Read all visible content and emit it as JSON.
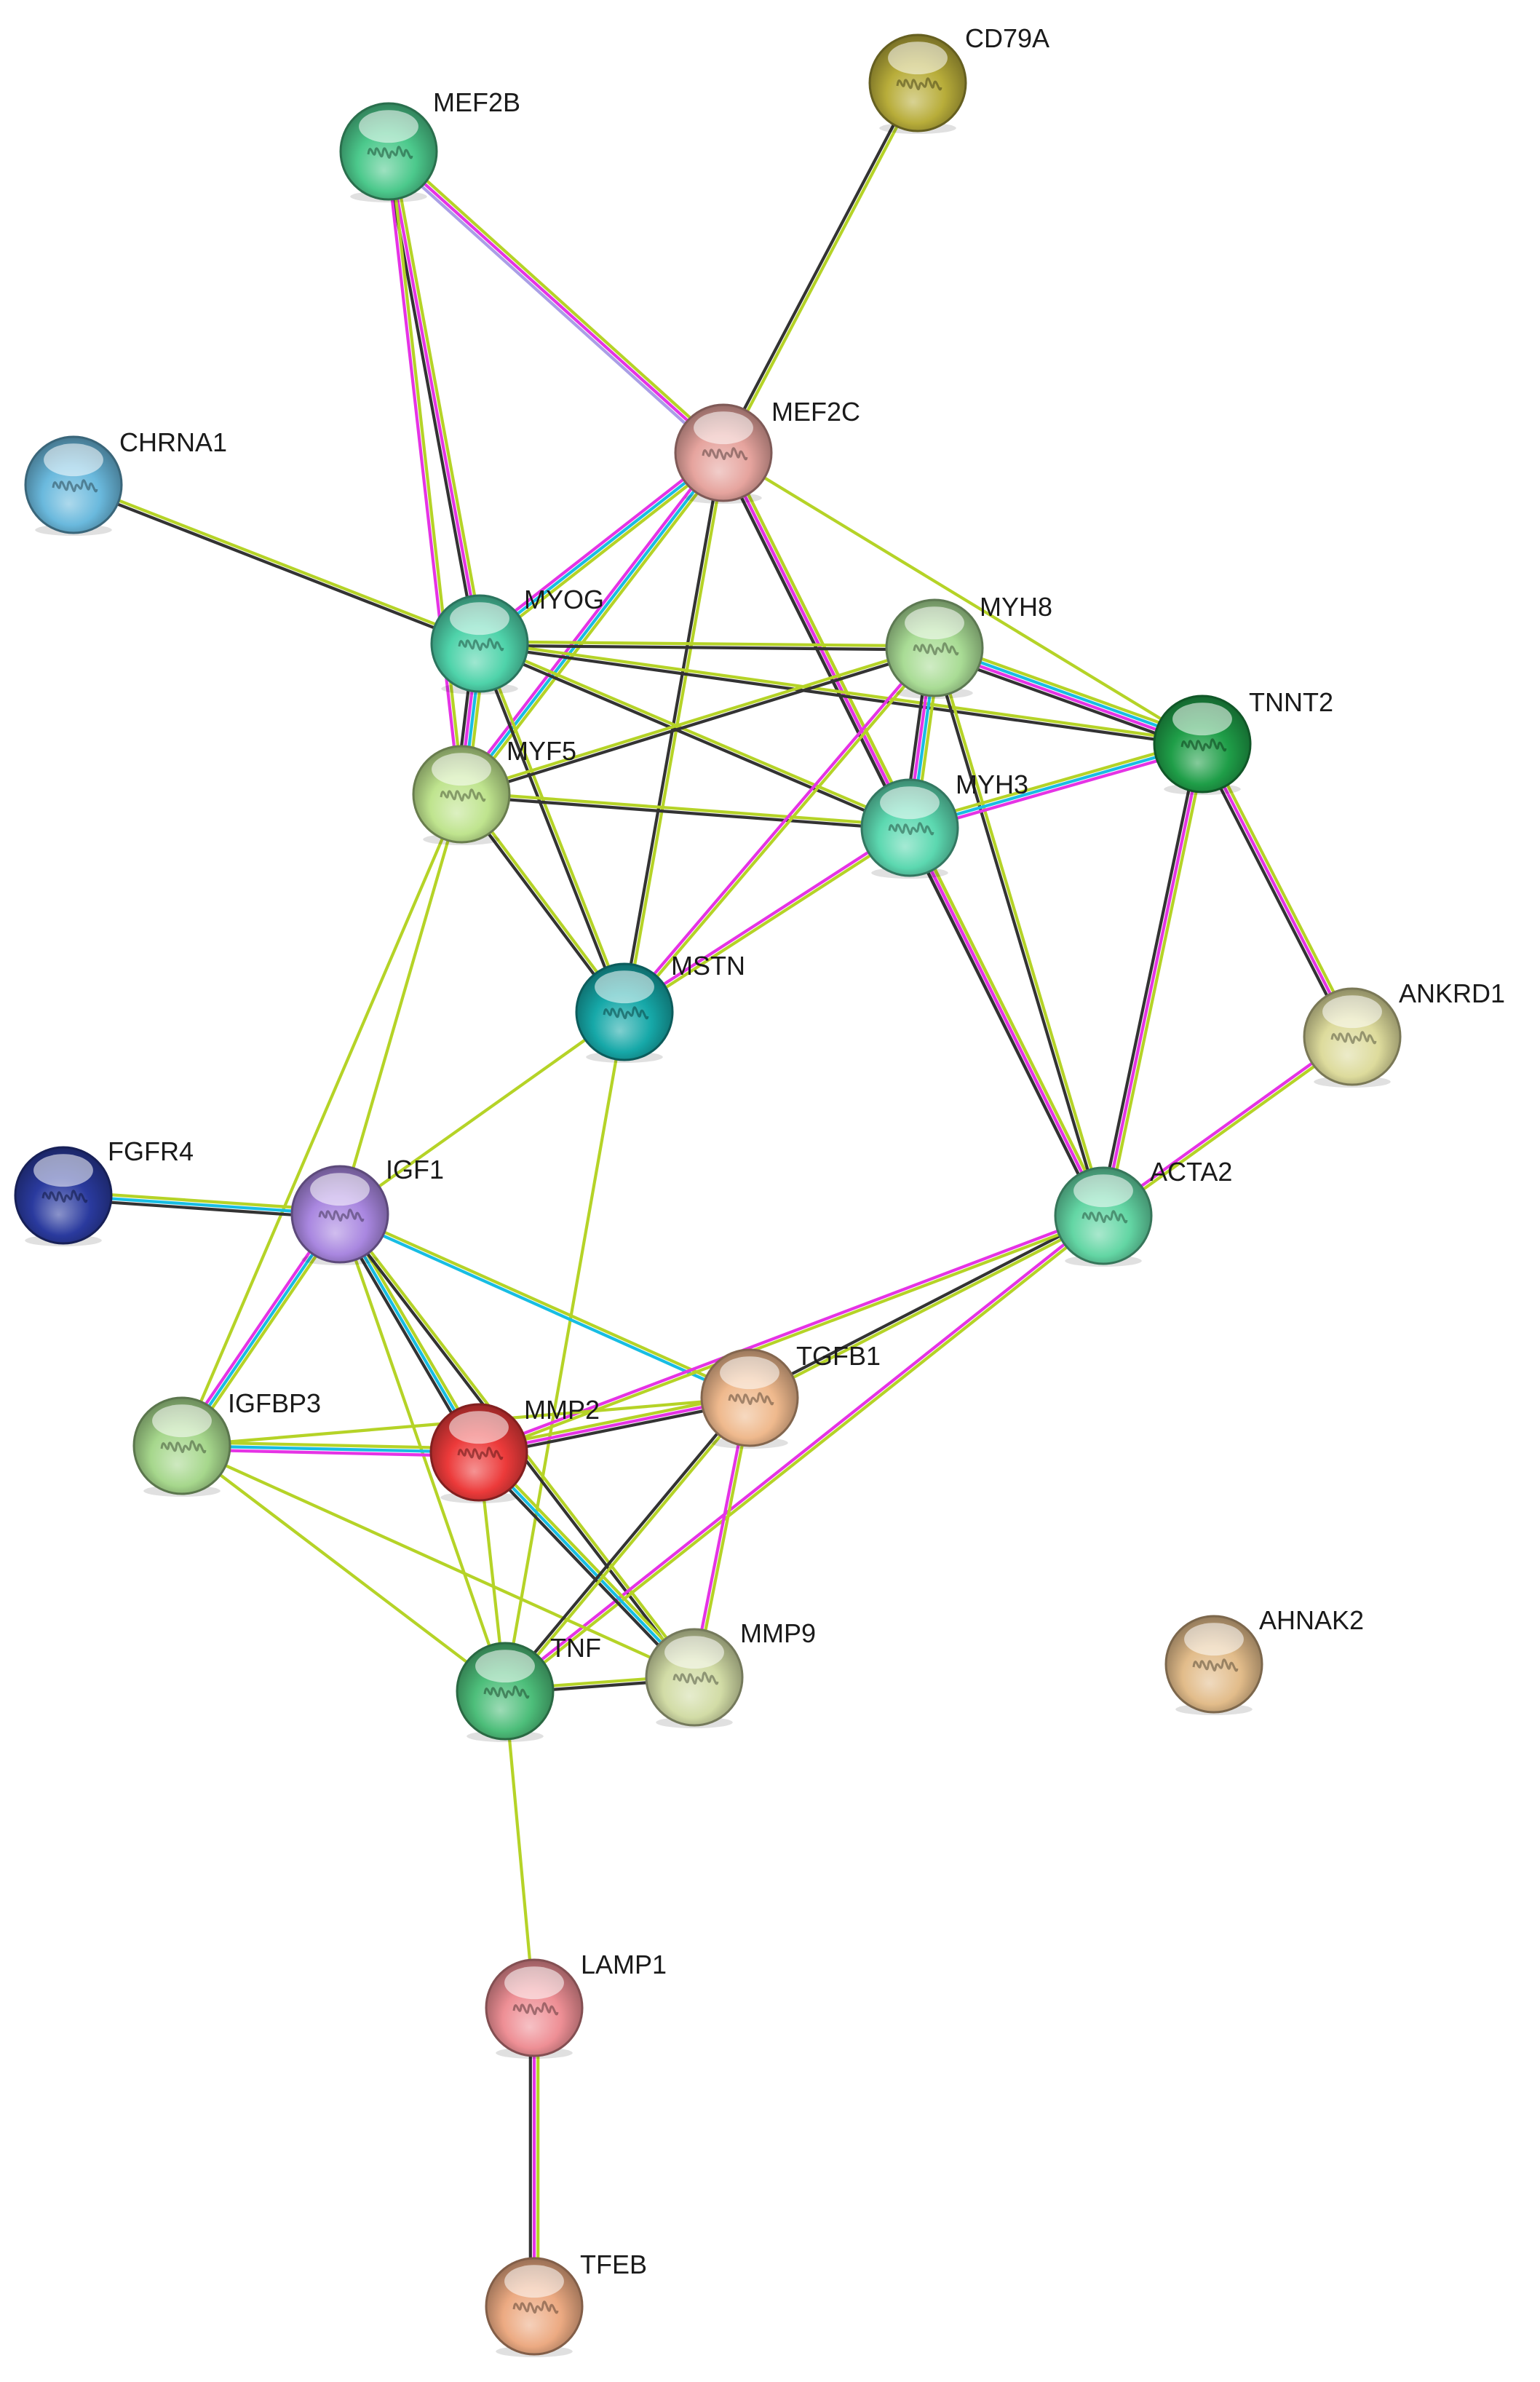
{
  "edge_colors": {
    "textmining": "#b5d327",
    "coexpression": "#333333",
    "experimental": "#e533e5",
    "database": "#18bde3",
    "homology": "#a99ee6"
  },
  "nodes": [
    {
      "id": "MEF2B",
      "label": "MEF2B",
      "color": "#4cc98c"
    },
    {
      "id": "CD79A",
      "label": "CD79A",
      "color": "#b8ad3a"
    },
    {
      "id": "MEF2C",
      "label": "MEF2C",
      "color": "#e6a49e"
    },
    {
      "id": "CHRNA1",
      "label": "CHRNA1",
      "color": "#6ab9dd"
    },
    {
      "id": "MYOG",
      "label": "MYOG",
      "color": "#4fd3aa"
    },
    {
      "id": "MYH8",
      "label": "MYH8",
      "color": "#a9dc95"
    },
    {
      "id": "TNNT2",
      "label": "TNNT2",
      "color": "#1f9e48"
    },
    {
      "id": "MYF5",
      "label": "MYF5",
      "color": "#bfe48e"
    },
    {
      "id": "MYH3",
      "label": "MYH3",
      "color": "#5cd8b0"
    },
    {
      "id": "MSTN",
      "label": "MSTN",
      "color": "#16a8a8"
    },
    {
      "id": "ANKRD1",
      "label": "ANKRD1",
      "color": "#dddb9c"
    },
    {
      "id": "FGFR4",
      "label": "FGFR4",
      "color": "#2a3a9e"
    },
    {
      "id": "IGF1",
      "label": "IGF1",
      "color": "#a987e0"
    },
    {
      "id": "ACTA2",
      "label": "ACTA2",
      "color": "#63d6a4"
    },
    {
      "id": "TGFB1",
      "label": "TGFB1",
      "color": "#efb98d"
    },
    {
      "id": "IGFBP3",
      "label": "IGFBP3",
      "color": "#a6d78c"
    },
    {
      "id": "MMP2",
      "label": "MMP2",
      "color": "#ec3a3a"
    },
    {
      "id": "MMP9",
      "label": "MMP9",
      "color": "#d2dca6"
    },
    {
      "id": "TNF",
      "label": "TNF",
      "color": "#4dbe7a"
    },
    {
      "id": "AHNAK2",
      "label": "AHNAK2",
      "color": "#e2bc8a"
    },
    {
      "id": "LAMP1",
      "label": "LAMP1",
      "color": "#ee8f95"
    },
    {
      "id": "TFEB",
      "label": "TFEB",
      "color": "#ecaa82"
    }
  ],
  "edges": [
    {
      "a": "MEF2B",
      "b": "MEF2C",
      "types": [
        "textmining",
        "experimental",
        "homology"
      ]
    },
    {
      "a": "MEF2B",
      "b": "MYOG",
      "types": [
        "textmining",
        "experimental",
        "coexpression"
      ]
    },
    {
      "a": "MEF2B",
      "b": "MYF5",
      "types": [
        "textmining",
        "experimental"
      ]
    },
    {
      "a": "CD79A",
      "b": "MEF2C",
      "types": [
        "textmining",
        "coexpression"
      ]
    },
    {
      "a": "CHRNA1",
      "b": "MYOG",
      "types": [
        "textmining",
        "coexpression"
      ]
    },
    {
      "a": "MEF2C",
      "b": "MYOG",
      "types": [
        "textmining",
        "database",
        "experimental"
      ]
    },
    {
      "a": "MEF2C",
      "b": "MYF5",
      "types": [
        "textmining",
        "database",
        "experimental"
      ]
    },
    {
      "a": "MEF2C",
      "b": "MYH3",
      "types": [
        "textmining",
        "experimental",
        "coexpression"
      ]
    },
    {
      "a": "MEF2C",
      "b": "ACTA2",
      "types": [
        "textmining",
        "experimental",
        "coexpression"
      ]
    },
    {
      "a": "MEF2C",
      "b": "TNNT2",
      "types": [
        "textmining"
      ]
    },
    {
      "a": "MEF2C",
      "b": "MSTN",
      "types": [
        "textmining",
        "coexpression"
      ]
    },
    {
      "a": "MYOG",
      "b": "MYF5",
      "types": [
        "textmining",
        "database",
        "experimental",
        "coexpression"
      ]
    },
    {
      "a": "MYOG",
      "b": "MYH8",
      "types": [
        "textmining",
        "coexpression"
      ]
    },
    {
      "a": "MYOG",
      "b": "TNNT2",
      "types": [
        "textmining",
        "coexpression"
      ]
    },
    {
      "a": "MYOG",
      "b": "MYH3",
      "types": [
        "textmining",
        "coexpression"
      ]
    },
    {
      "a": "MYOG",
      "b": "MSTN",
      "types": [
        "textmining",
        "coexpression"
      ]
    },
    {
      "a": "MYF5",
      "b": "MYH8",
      "types": [
        "textmining",
        "coexpression"
      ]
    },
    {
      "a": "MYF5",
      "b": "MYH3",
      "types": [
        "textmining",
        "coexpression"
      ]
    },
    {
      "a": "MYF5",
      "b": "MSTN",
      "types": [
        "textmining",
        "coexpression"
      ]
    },
    {
      "a": "MYF5",
      "b": "IGF1",
      "types": [
        "textmining"
      ]
    },
    {
      "a": "MYF5",
      "b": "IGFBP3",
      "types": [
        "textmining"
      ]
    },
    {
      "a": "MYH8",
      "b": "TNNT2",
      "types": [
        "textmining",
        "database",
        "experimental",
        "coexpression"
      ]
    },
    {
      "a": "MYH8",
      "b": "MYH3",
      "types": [
        "textmining",
        "database",
        "experimental",
        "coexpression"
      ]
    },
    {
      "a": "MYH8",
      "b": "ACTA2",
      "types": [
        "textmining",
        "coexpression"
      ]
    },
    {
      "a": "MYH8",
      "b": "MSTN",
      "types": [
        "textmining",
        "experimental"
      ]
    },
    {
      "a": "MYH3",
      "b": "TNNT2",
      "types": [
        "textmining",
        "database",
        "experimental"
      ]
    },
    {
      "a": "MYH3",
      "b": "ACTA2",
      "types": [
        "textmining",
        "experimental",
        "coexpression"
      ]
    },
    {
      "a": "MYH3",
      "b": "MSTN",
      "types": [
        "textmining",
        "experimental"
      ]
    },
    {
      "a": "TNNT2",
      "b": "ACTA2",
      "types": [
        "textmining",
        "experimental",
        "coexpression"
      ]
    },
    {
      "a": "TNNT2",
      "b": "ANKRD1",
      "types": [
        "textmining",
        "experimental",
        "coexpression"
      ]
    },
    {
      "a": "ANKRD1",
      "b": "ACTA2",
      "types": [
        "textmining",
        "experimental"
      ]
    },
    {
      "a": "MSTN",
      "b": "IGF1",
      "types": [
        "textmining"
      ]
    },
    {
      "a": "MSTN",
      "b": "TNF",
      "types": [
        "textmining"
      ]
    },
    {
      "a": "FGFR4",
      "b": "IGF1",
      "types": [
        "textmining",
        "database",
        "coexpression"
      ]
    },
    {
      "a": "IGF1",
      "b": "IGFBP3",
      "types": [
        "textmining",
        "database",
        "experimental"
      ]
    },
    {
      "a": "IGF1",
      "b": "MMP2",
      "types": [
        "textmining",
        "database",
        "coexpression"
      ]
    },
    {
      "a": "IGF1",
      "b": "TGFB1",
      "types": [
        "textmining",
        "database"
      ]
    },
    {
      "a": "IGF1",
      "b": "MMP9",
      "types": [
        "textmining",
        "coexpression"
      ]
    },
    {
      "a": "IGF1",
      "b": "TNF",
      "types": [
        "textmining"
      ]
    },
    {
      "a": "ACTA2",
      "b": "TGFB1",
      "types": [
        "textmining",
        "coexpression"
      ]
    },
    {
      "a": "ACTA2",
      "b": "MMP2",
      "types": [
        "textmining",
        "experimental"
      ]
    },
    {
      "a": "ACTA2",
      "b": "TNF",
      "types": [
        "textmining",
        "experimental"
      ]
    },
    {
      "a": "IGFBP3",
      "b": "MMP2",
      "types": [
        "textmining",
        "database",
        "experimental"
      ]
    },
    {
      "a": "IGFBP3",
      "b": "TNF",
      "types": [
        "textmining"
      ]
    },
    {
      "a": "IGFBP3",
      "b": "MMP9",
      "types": [
        "textmining"
      ]
    },
    {
      "a": "IGFBP3",
      "b": "TGFB1",
      "types": [
        "textmining"
      ]
    },
    {
      "a": "MMP2",
      "b": "TGFB1",
      "types": [
        "textmining",
        "experimental",
        "coexpression"
      ]
    },
    {
      "a": "MMP2",
      "b": "MMP9",
      "types": [
        "textmining",
        "database",
        "coexpression"
      ]
    },
    {
      "a": "MMP2",
      "b": "TNF",
      "types": [
        "textmining"
      ]
    },
    {
      "a": "TGFB1",
      "b": "MMP9",
      "types": [
        "textmining",
        "experimental"
      ]
    },
    {
      "a": "TGFB1",
      "b": "TNF",
      "types": [
        "textmining",
        "coexpression"
      ]
    },
    {
      "a": "TNF",
      "b": "MMP9",
      "types": [
        "textmining",
        "coexpression"
      ]
    },
    {
      "a": "TNF",
      "b": "LAMP1",
      "types": [
        "textmining"
      ]
    },
    {
      "a": "LAMP1",
      "b": "TFEB",
      "types": [
        "textmining",
        "experimental",
        "coexpression"
      ]
    }
  ]
}
